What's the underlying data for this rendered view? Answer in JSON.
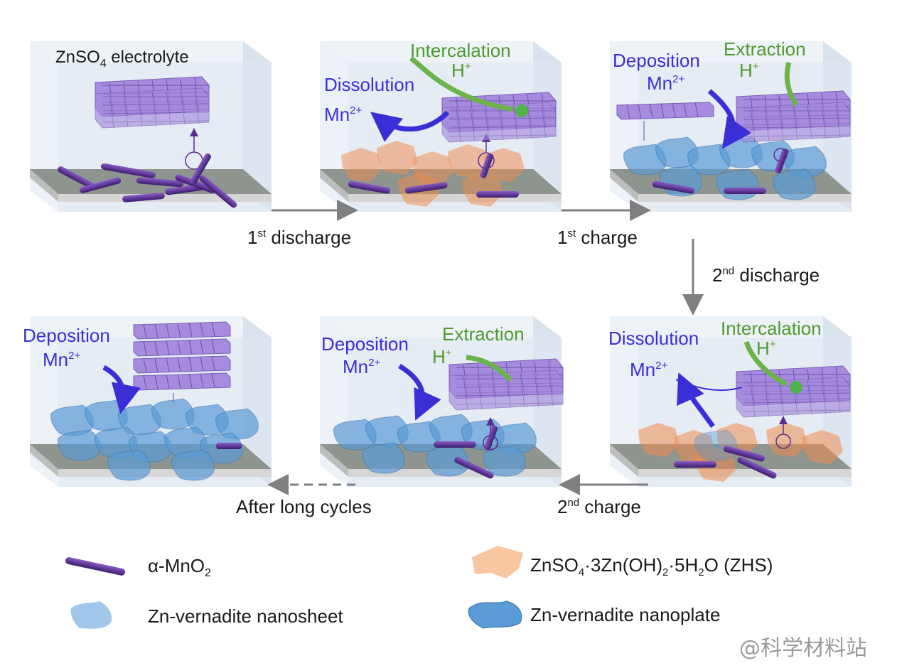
{
  "panels": {
    "p1": {
      "electrolyte": "ZnSO",
      "electrolyte_sub": "4",
      "electrolyte_rest": " electrolyte"
    },
    "p2": {
      "process_a": "Intercalation",
      "ion_a": "H",
      "ion_a_sup": "+",
      "process_b": "Dissolution",
      "ion_b": "Mn",
      "ion_b_sup": "2+"
    },
    "p3": {
      "process_a": "Deposition",
      "ion_a": "Mn",
      "ion_a_sup": "2+",
      "process_b": "Extraction",
      "ion_b": "H",
      "ion_b_sup": "+"
    },
    "p4": {
      "process_a": "Dissolution",
      "ion_a": "Mn",
      "ion_a_sup": "2+",
      "process_b": "Intercalation",
      "ion_b": "H",
      "ion_b_sup": "+"
    },
    "p5": {
      "process_a": "Deposition",
      "ion_a": "Mn",
      "ion_a_sup": "2+",
      "process_b": "Extraction",
      "ion_b": "H",
      "ion_b_sup": "+"
    },
    "p6": {
      "process_a": "Deposition",
      "ion_a": "Mn",
      "ion_a_sup": "2+"
    }
  },
  "steps": {
    "s1": {
      "num": "1",
      "sup": "st",
      "label": " discharge"
    },
    "s2": {
      "num": "1",
      "sup": "st",
      "label": " charge"
    },
    "s3": {
      "num": "2",
      "sup": "nd",
      "label": " discharge"
    },
    "s4": {
      "num": "2",
      "sup": "nd",
      "label": " charge"
    },
    "s5": {
      "label": "After long cycles"
    }
  },
  "legend": {
    "mno2": {
      "a": "α-MnO",
      "sub": "2"
    },
    "zhs": {
      "a": "ZnSO",
      "sub1": "4",
      "b": "·3Zn(OH)",
      "sub2": "2",
      "c": "·5H",
      "sub3": "2",
      "d": "O (ZHS)"
    },
    "nanosheet": "Zn-vernadite nanosheet",
    "nanoplate": "Zn-vernadite nanoplate"
  },
  "watermark": "@科学材料站",
  "colors": {
    "blue_text": "#3a2fd6",
    "green_text": "#4e9a2e",
    "rod": "#5a2d91",
    "zhs": "#f08a4b",
    "vernadite": "#5b9bd5",
    "crystal": "#a78bdf",
    "arrow_gray": "#7f7f7f"
  }
}
